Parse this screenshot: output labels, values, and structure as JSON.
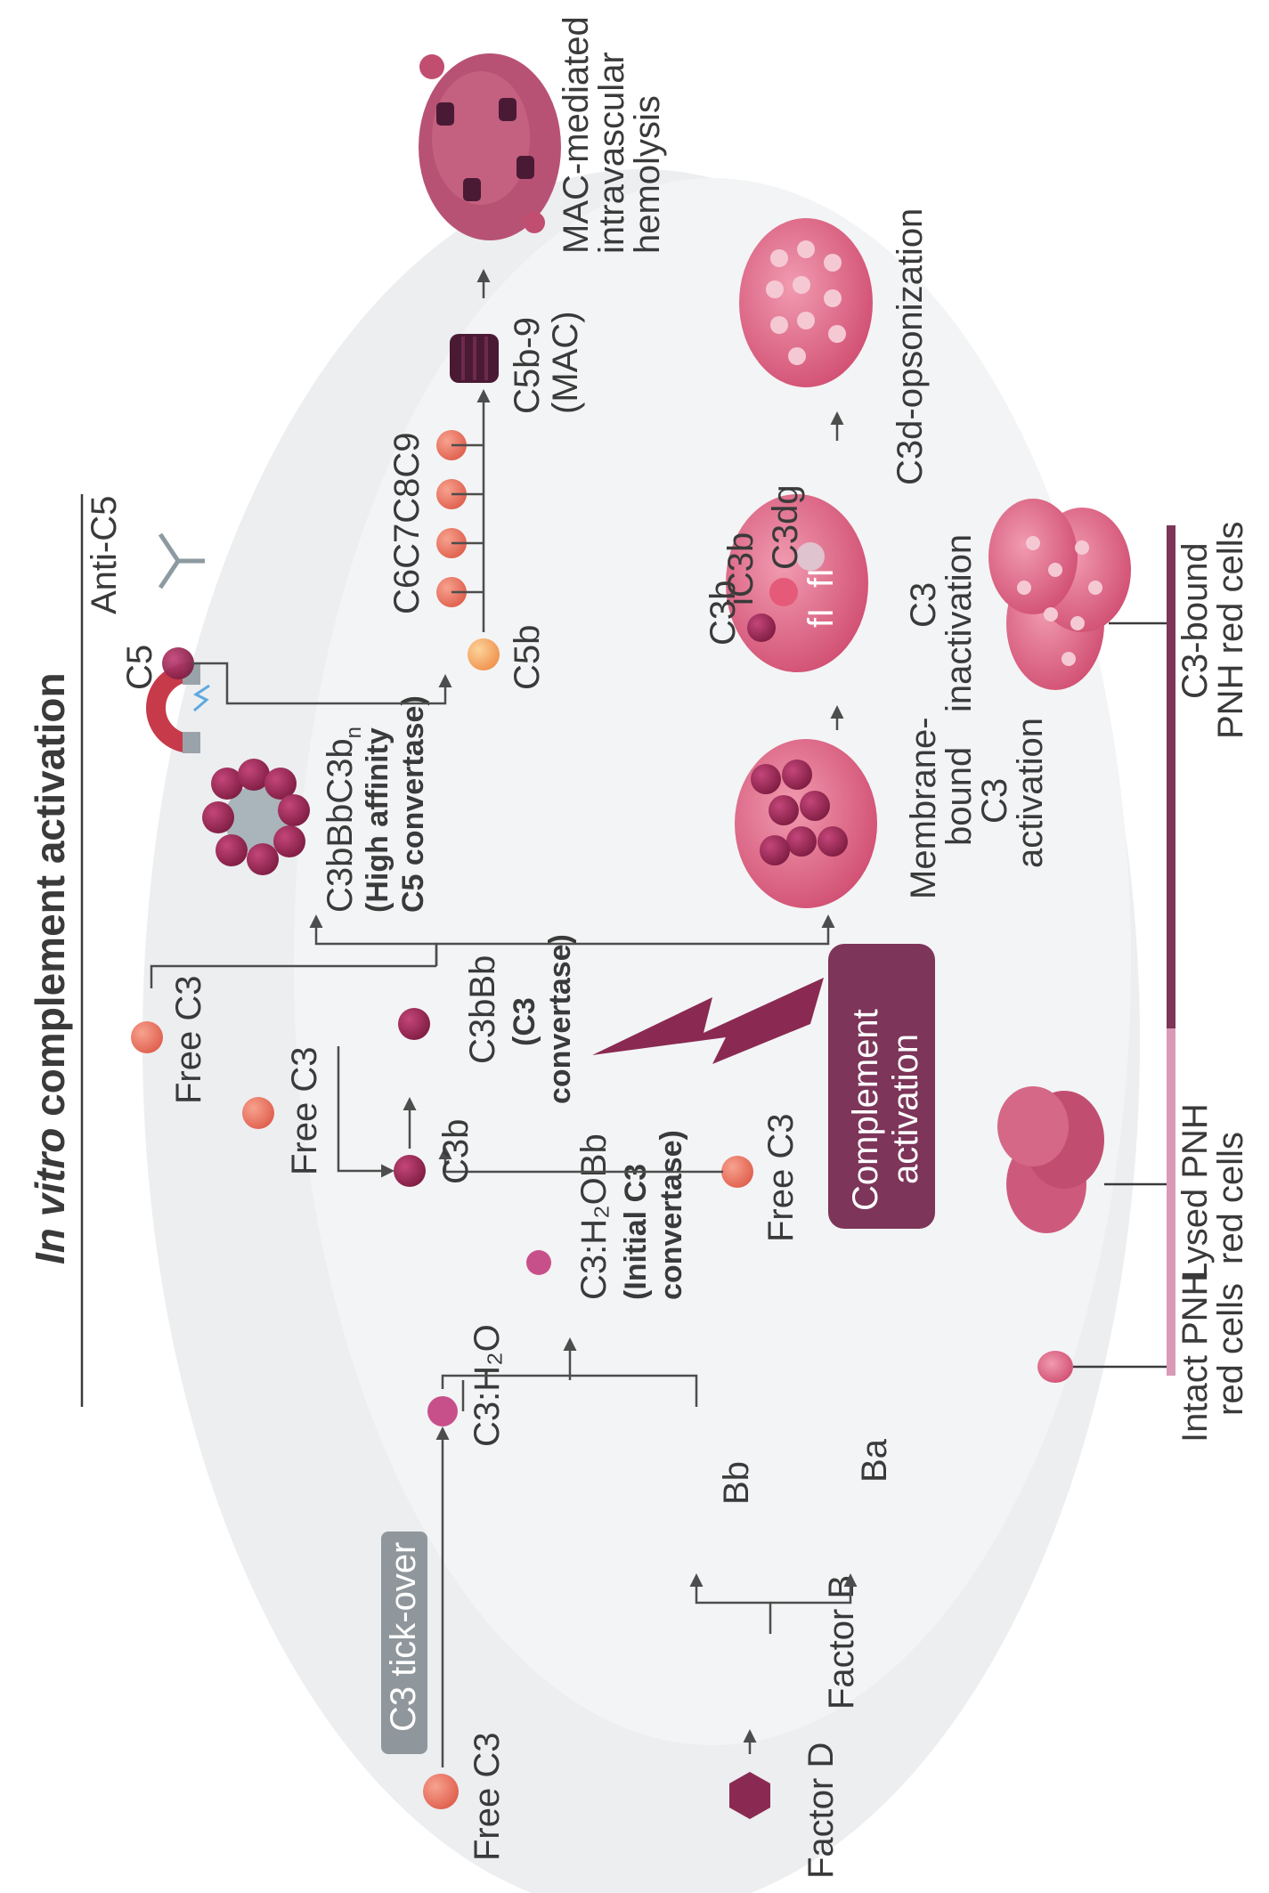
{
  "title": {
    "prefix": "In vitro",
    "rest": " complement activation"
  },
  "labels": {
    "free_c3_start": "Free C3",
    "c3_tickover": "C3 tick-over",
    "c3h2o": "C3:H₂O",
    "factor_d": "Factor D",
    "factor_b": "Factor B",
    "bb": "Bb",
    "ba": "Ba",
    "initial_conv_name": "C3:H₂OBb",
    "initial_conv_l1": "(Initial C3",
    "initial_conv_l2": "convertase)",
    "free_c3_b": "Free C3",
    "free_c3_c": "Free C3",
    "free_c3_d": "Free C3",
    "c3b": "C3b",
    "c3bbb": "C3bBb",
    "c3conv_l1": "(C3",
    "c3conv_l2": "convertase)",
    "complement_l1": "Complement",
    "complement_l2": "activation",
    "high_aff_name": "C3bBbC3b",
    "high_aff_sub": "n",
    "high_aff_l1": "(High affinity",
    "high_aff_l2": "C5 convertase)",
    "c5": "C5",
    "anti_c5": "Anti-C5",
    "c5b": "C5b",
    "c6": "C6",
    "c7": "C7",
    "c8": "C8",
    "c9": "C9",
    "mac_l1": "C5b-9",
    "mac_l2": "(MAC)",
    "hemolysis_l1": "MAC-mediated",
    "hemolysis_l2": "intravascular",
    "hemolysis_l3": "hemolysis",
    "membrane_l1": "Membrane-",
    "membrane_l2": "bound",
    "membrane_l3": "C3",
    "membrane_l4": "activation",
    "c3b_small": "C3b",
    "ic3b": "iC3b",
    "c3dg": "C3dg",
    "fi_1": "fI",
    "fi_2": "fI",
    "inact_l1": "C3",
    "inact_l2": "inactivation",
    "opson": "C3d-opsonization"
  },
  "legend": {
    "intact_l1": "Intact PNH",
    "intact_l2": "red cells",
    "lysed_l1": "Lysed PNH",
    "lysed_l2": "red cells",
    "bound_l1": "C3-bound",
    "bound_l2": "PNH red cells"
  },
  "colors": {
    "c3": "#e8705e",
    "c3b": "#9b2a52",
    "c3h2o": "#c8508a",
    "protein_grey": "#a9b4bb",
    "cell": "#d9587a",
    "mac": "#4a1a34",
    "plum_box": "#7d3559",
    "grey_box": "#8f979c",
    "bar_light": "#d99ab8",
    "bar_dark": "#7d3559"
  },
  "icons": [
    "magnet-icon",
    "antibody-icon",
    "lightning-icon",
    "hexagon-icon",
    "red-cell-icon",
    "mac-pore-icon"
  ]
}
